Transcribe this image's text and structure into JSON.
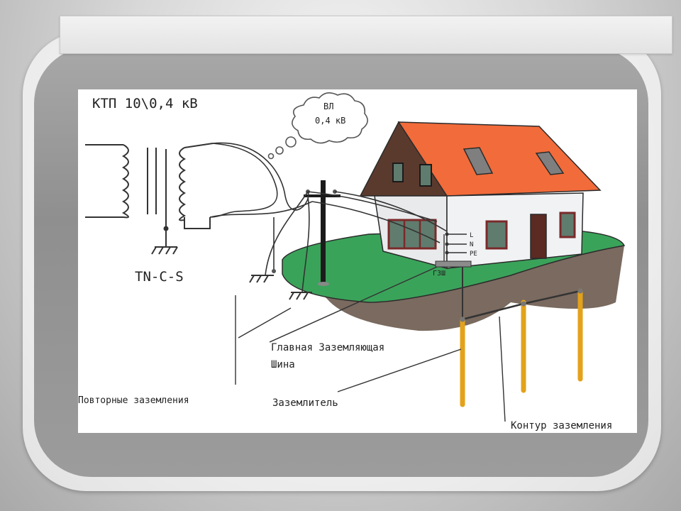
{
  "title_bar": {
    "text": ""
  },
  "diagram": {
    "ktp_label": "КТП 10\\0,4 кВ",
    "system_label": "TN-C-S",
    "cloud_line1": "ВЛ",
    "cloud_line2": "0,4 кВ",
    "terminal_l": "L",
    "terminal_n": "N",
    "terminal_pe": "PE",
    "geb_label": "ГЗШ",
    "main_bus_line1": "Главная Заземляющая",
    "main_bus_line2": "Шина",
    "repeat_grounding": "Повторные заземления",
    "earth_electrode": "Заземлитель",
    "grounding_loop": "Контур заземления"
  },
  "colors": {
    "roof": "#f26b3a",
    "gable": "#5b3a2e",
    "wall": "#e9eaec",
    "window_frame": "#7a2a2a",
    "window_glass": "#607c6e",
    "grass": "#3aa35a",
    "soil": "#7a6a5f",
    "electrode": "#e3a21a"
  }
}
